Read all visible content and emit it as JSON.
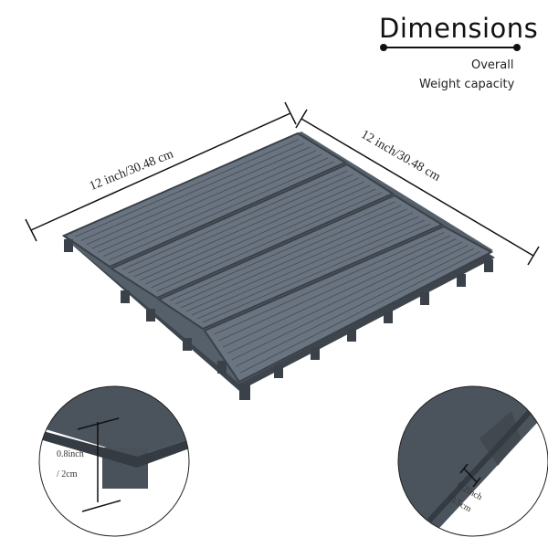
{
  "header": {
    "title": "Dimensions",
    "lines": [
      "Overall",
      "Weight capacity"
    ]
  },
  "dimensions": {
    "left_edge": "12 inch/30.48 cm",
    "right_edge": "12 inch/30.48 cm"
  },
  "details": {
    "height_inch": "0.8inch",
    "height_cm": "/ 2cm",
    "gap_inch": "0.2inch",
    "gap_cm": "/0.5cm"
  },
  "colors": {
    "tile": "#4f5862",
    "tile_dark": "#3a4149",
    "line": "#111111"
  }
}
